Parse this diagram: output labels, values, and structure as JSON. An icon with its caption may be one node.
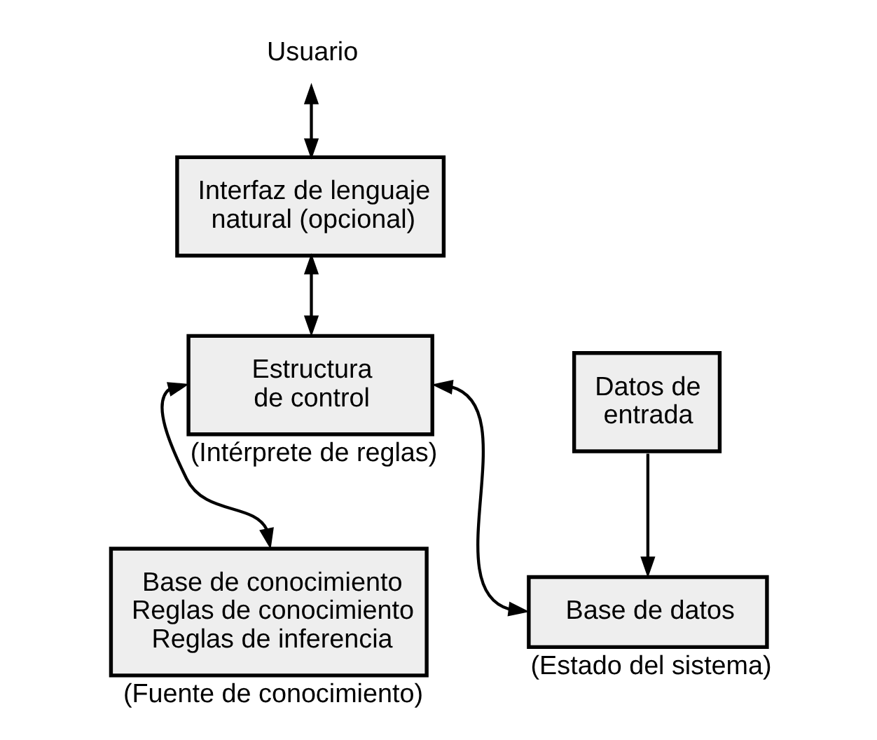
{
  "diagram": {
    "nodes": [
      {
        "text": [
          "Usuario"
        ]
      },
      {
        "text": [
          "Interfaz de lenguaje natural (opcional)"
        ]
      },
      {
        "text": [
          "Estructura de control"
        ],
        "beside": [
          "(Intérprete de reglas)"
        ]
      },
      {
        "text": [
          "Datos de entrada"
        ]
      },
      {
        "text": [
          "Base de conocimiento",
          "Reglas de conocimiento",
          "Reglas de inferencia"
        ],
        "beside": [
          "(Fuente de conocimiento)"
        ]
      },
      {
        "text": [
          "Base de datos"
        ],
        "beside": [
          "(Estado del sistema)"
        ]
      }
    ],
    "edges": [
      {
        "from": 0,
        "to": 1,
        "arrow": "both"
      },
      {
        "from": 1,
        "to": 2,
        "arrow": "both"
      },
      {
        "from": 2,
        "to": 4,
        "arrow": "both"
      },
      {
        "from": 2,
        "to": 5,
        "arrow": "both"
      },
      {
        "from": 3,
        "to": 5,
        "arrow": "to"
      }
    ]
  }
}
